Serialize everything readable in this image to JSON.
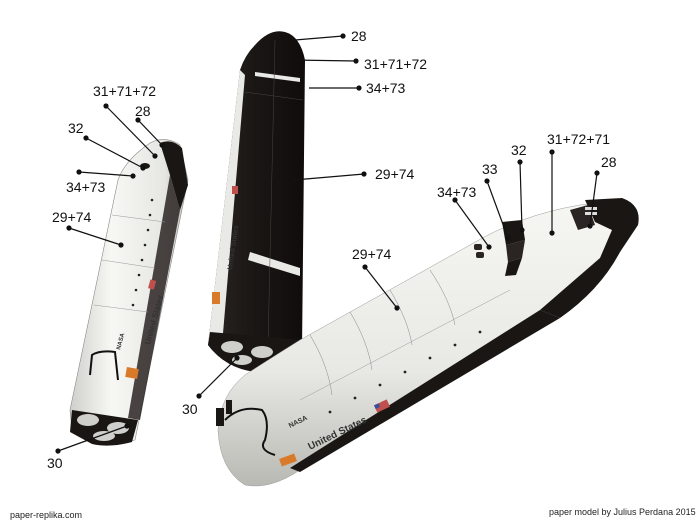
{
  "diagram": {
    "subject": "Space shuttle paper model assembly views",
    "views": [
      {
        "id": "left",
        "description": "White shuttle body, underside view, nose up"
      },
      {
        "id": "middle",
        "description": "Black shuttle body, belly view, nose up"
      },
      {
        "id": "right",
        "description": "White shuttle body, top view, nose right"
      }
    ],
    "body_markings": {
      "text": "United States",
      "logo": "NASA"
    },
    "colors": {
      "body_white": "#eeeeea",
      "tile_black": "#1a1614",
      "accent_orange": "#d97a2a",
      "leader_line": "#111111",
      "flag_red": "#c0504d",
      "flag_blue": "#3a4f9a"
    }
  },
  "callouts": {
    "left": [
      {
        "text": "31+71+72"
      },
      {
        "text": "28"
      },
      {
        "text": "32"
      },
      {
        "text": "34+73"
      },
      {
        "text": "29+74"
      },
      {
        "text": "30"
      }
    ],
    "middle": [
      {
        "text": "28"
      },
      {
        "text": "31+71+72"
      },
      {
        "text": "34+73"
      },
      {
        "text": "29+74"
      },
      {
        "text": "30"
      }
    ],
    "right": [
      {
        "text": "32"
      },
      {
        "text": "31+72+71"
      },
      {
        "text": "28"
      },
      {
        "text": "33"
      },
      {
        "text": "34+73"
      },
      {
        "text": "29+74"
      }
    ]
  },
  "footer": {
    "left": "paper-replika.com",
    "right": "paper model by Julius Perdana 2015"
  }
}
